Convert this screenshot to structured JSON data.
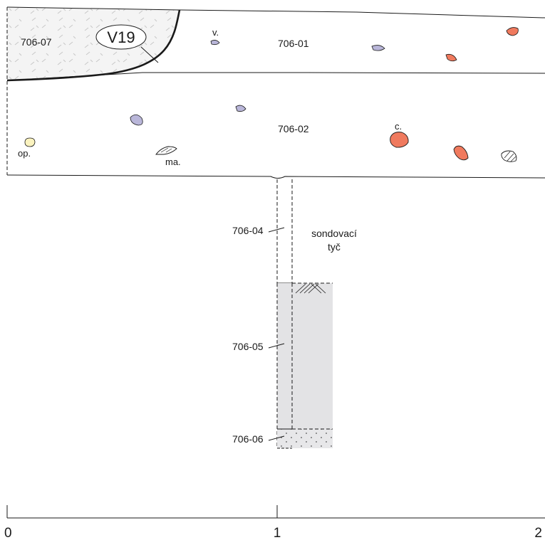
{
  "layers": {
    "l706_07": "706-07",
    "l706_01": "706-01",
    "l706_02": "706-02",
    "l706_04": "706-04",
    "l706_05": "706-05",
    "l706_06": "706-06"
  },
  "feature_label": "V19",
  "annotations": {
    "v": "v.",
    "c": "c.",
    "op": "op.",
    "ma": "ma."
  },
  "probe": {
    "line1": "sondovací",
    "line2": "tyč"
  },
  "scale": {
    "ticks": [
      "0",
      "1",
      "2"
    ]
  },
  "colors": {
    "stone_violet": "#b9b6d9",
    "stone_red": "#f07a5e",
    "stone_yellow": "#fbf3bf",
    "fill_grey": "#e3e3e5",
    "fill_stipple": "#e7e7e9",
    "ink": "#1a1a1a"
  }
}
